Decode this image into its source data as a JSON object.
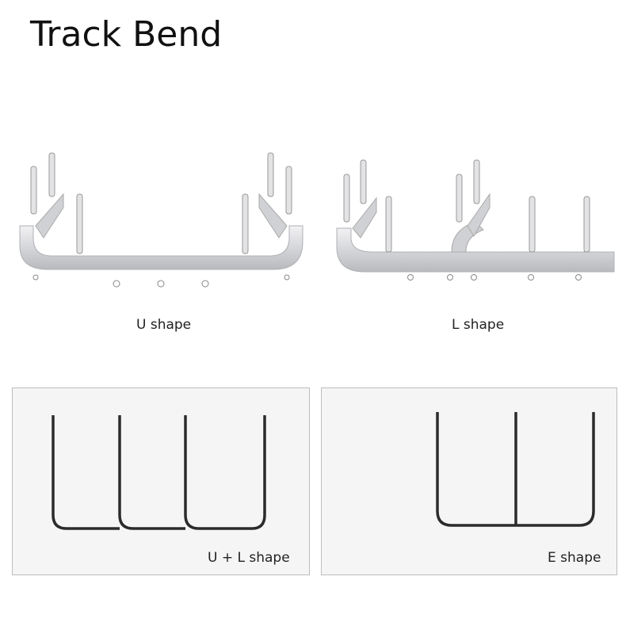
{
  "title": "Track Bend",
  "shapes": [
    {
      "label": "U  shape"
    },
    {
      "label": "L shape"
    },
    {
      "label": "U  +  L  shape"
    },
    {
      "label": "E shape"
    }
  ],
  "colors": {
    "line": "#2b2b2b",
    "track": "#d9dadd",
    "panel": "#f5f5f5"
  }
}
